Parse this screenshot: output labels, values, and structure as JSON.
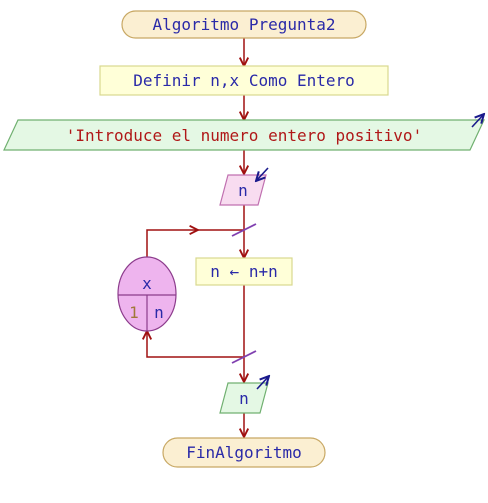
{
  "flowchart": {
    "start": "Algoritmo Pregunta2",
    "define": "Definir n,x Como Entero",
    "write_prompt": "'Introduce el numero entero positivo'",
    "read": "n",
    "loop": {
      "variable": "x",
      "start_value": "1",
      "end_value": "n"
    },
    "assign": "n ← n+n",
    "write_result": "n",
    "end": "FinAlgoritmo"
  },
  "colors": {
    "arrow": "#a01010",
    "terminal_fill": "#fbefd2",
    "terminal_stroke": "#c8a864",
    "terminal_text": "#2a2aa8",
    "process_fill": "#ffffd8",
    "process_stroke": "#d8d890",
    "io_write_fill": "#e4f8e4",
    "io_write_stroke": "#70b070",
    "io_read_fill": "#f8dcf0",
    "io_read_stroke": "#c070b0",
    "loop_fill": "#eeb4ee",
    "loop_stroke": "#8c3c8c",
    "string_text": "#b01818",
    "number_text": "#a07838",
    "io_arrow": "#1a1a8c",
    "loop_tick": "#8040b0"
  }
}
